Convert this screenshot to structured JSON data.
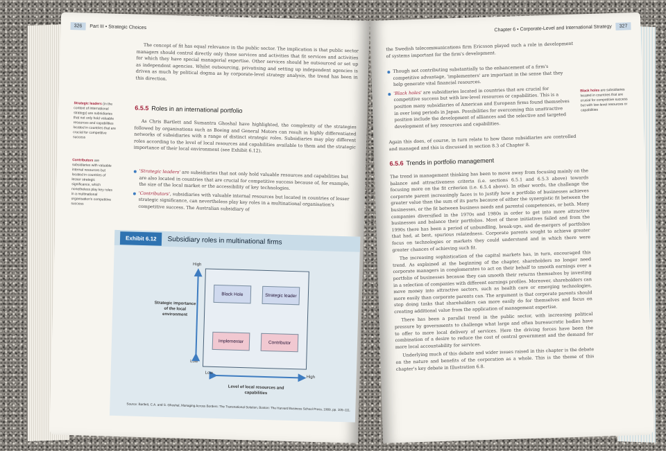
{
  "left_page": {
    "running_head": {
      "page_number": "326",
      "part": "Part III • Strategic Choices"
    },
    "intro_paragraph": "The concept of fit has equal relevance in the public sector. The implication is that public sector managers should control directly only those services and activities that fit services and activities for which they have special managerial expertise. Other services should be outsourced or set up as independent agencies. Whilst outsourcing, privatising and setting up independent agencies is driven as much by political dogma as by corporate-level strategy analysis, the trend has been in this direction.",
    "margin_notes": [
      {
        "term": "Strategic leaders",
        "text": " (in the context of international strategy) are subsidiaries that not only hold valuable resources and capabilities located in countries that are crucial for competitive success"
      },
      {
        "term": "Contributors",
        "text": " are subsidiaries with valuable internal resources but located in countries of lesser strategic significance, which nonetheless play key roles in a multinational organisation's competitive success"
      }
    ],
    "section": {
      "number": "6.5.5",
      "title": "Roles in an international portfolio"
    },
    "section_paragraph": "As Chris Bartlett and Sumantra Ghoshal have highlighted, the complexity of the strategies followed by organisations such as Boeing and General Motors can result in highly differentiated networks of subsidiaries with a range of distinct strategic roles. Subsidiaries may play different roles according to the level of local resources and capabilities available to them and the strategic importance of their local environment (see Exhibit 6.12).",
    "bullets": [
      {
        "term": "'Strategic leaders'",
        "text": " are subsidiaries that not only hold valuable resources and capabilities but are also located in countries that are crucial for competitive success because of, for example, the size of the local market or the accessibility of key technologies."
      },
      {
        "term": "'Contributors'",
        "text": ", subsidiaries with valuable internal resources but located in countries of lesser strategic significance, can nevertheless play key roles in a multinational organisation's competitive success. The Australian subsidiary of"
      }
    ],
    "exhibit": {
      "tag": "Exhibit 6.12",
      "title": "Subsidiary roles in multinational firms",
      "y_axis_label": "Strategic importance of the local environment",
      "y_high": "High",
      "y_low": "Low",
      "x_axis_label": "Level of local resources and capabilities",
      "x_low": "Low",
      "x_high": "High",
      "cells": {
        "top_left": "Black Hole",
        "top_right": "Strategic leader",
        "bottom_left": "Implementer",
        "bottom_right": "Contributor"
      },
      "source": "Source: Bartlett, C.A. and S. Ghoshal, Managing Across Borders: The Transnational Solution, Boston: The Harvard Business School Press, 1989, pp. 105–111."
    }
  },
  "right_page": {
    "running_head": {
      "chapter": "Chapter 6 • Corporate-Level and International Strategy",
      "page_number": "327"
    },
    "continuation": "the Swedish telecommunications firm Ericsson played such a role in development of systems important for the firm's development.",
    "bullets": [
      {
        "term": "",
        "text": "Though not contributing substantially to the enhancement of a firm's competitive advantage, 'implementers' are important in the sense that they help generate vital financial resources."
      },
      {
        "term": "'Black holes'",
        "text": " are subsidiaries located in countries that are crucial for competitive success but with low-level resources or capabilities. This is a position many subsidiaries of American and European firms found themselves in over long periods in Japan. Possibilities for overcoming this unattractive position include the development of alliances and the selective and targeted development of key resources and capabilities."
      }
    ],
    "margin_note": {
      "term": "Black holes",
      "text": " are subsidiaries located in countries that are crucial for competitive success but with low-level resources or capabilities"
    },
    "after_bullets": "Again this does, of course, in turn relate to how these subsidiaries are controlled and managed and this is discussed in section 8.3 of Chapter 8.",
    "section": {
      "number": "6.5.6",
      "title": "Trends in portfolio management"
    },
    "paragraphs": [
      "The trend in management thinking has been to move away from focusing mainly on the balance and attractiveness criteria (i.e. sections 6.5.1 and 6.5.3 above) towards focusing more on the fit criterion (i.e. 6.5.4 above). In other words, the challenge the corporate parent increasingly faces is to justify how a portfolio of businesses achieves greater value than the sum of its parts because of either the synergistic fit between the businesses, or the fit between business needs and parental competences, or both. Many companies diversified in the 1970s and 1980s in order to get into more attractive businesses and balance their portfolios. Most of these initiatives failed and from the 1990s there has been a period of unbundling, break-ups, and de-mergers of portfolios that had, at best, spurious relatedness. Corporate parents sought to achieve greater focus on technologies or markets they could understand and in which there were greater chances of achieving such fit.",
      "The increasing sophistication of the capital markets has, in turn, encouraged this trend. As explained at the beginning of the chapter, shareholders no longer need corporate managers in conglomerates to act on their behalf to smooth earnings over a portfolio of businesses because they can smooth their returns themselves by investing in a selection of companies with different earnings profiles. Moreover, shareholders can move money into attractive sectors, such as health care or emerging technologies, more easily than corporate parents can. The argument is that corporate parents should stop doing tasks that shareholders can more easily do for themselves and focus on creating additional value from the application of management expertise.",
      "There has been a parallel trend in the public sector, with increasing political pressure by governments to challenge what large and often bureaucratic bodies have to offer to more local delivery of services. Here the driving forces have been the combination of a desire to reduce the cost of central government and the demand for more local accountability for services.",
      "Underlying much of this debate and wider issues raised in this chapter is the debate on the nature and benefits of the corporation as a whole. This is the theme of this chapter's key debate in Illustration 6.8."
    ]
  },
  "colors": {
    "accent_red": "#a3223b",
    "exhibit_blue": "#2f73b1",
    "bullet_blue": "#3e7cc0"
  }
}
